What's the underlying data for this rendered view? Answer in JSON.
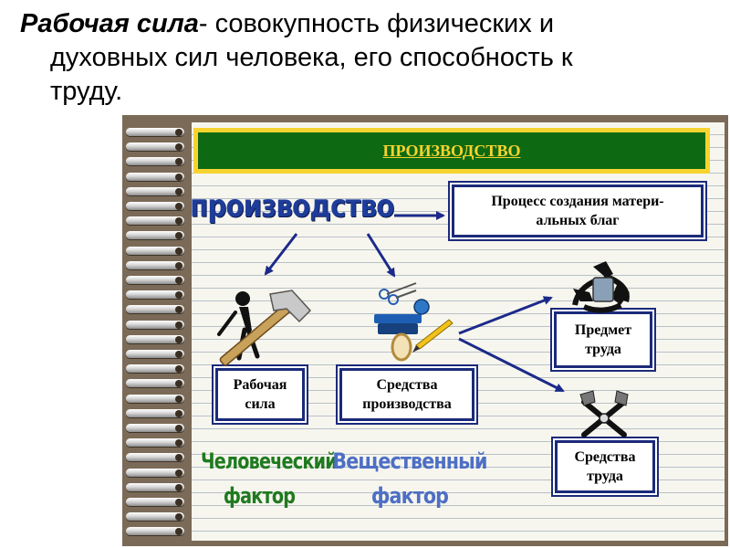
{
  "definition": {
    "term": "Рабочая сила",
    "text_line1": "- совокупность физических и",
    "text_line2": "духовных сил человека, его способность к",
    "text_line3": "труду."
  },
  "diagram": {
    "banner": "ПРОИЗВОДСТВО",
    "main_word": "производство",
    "process_box": {
      "line1": "Процесс создания матери-",
      "line2": "альных благ"
    },
    "labor_box": {
      "line1": "Рабочая",
      "line2": "сила"
    },
    "means_box": {
      "line1": "Средства",
      "line2": "производства"
    },
    "subject_box": {
      "line1": "Предмет",
      "line2": "труда"
    },
    "tools_box": {
      "line1": "Средства",
      "line2": "труда"
    },
    "human_factor": {
      "line1": "Человеческий",
      "line2": "фактор"
    },
    "material_factor": {
      "line1": "Вещественный",
      "line2": "фактор"
    }
  },
  "colors": {
    "banner_bg": "#0e6a12",
    "banner_border": "#f7d32f",
    "box_border": "#1b2a7a",
    "main_word": "#1e3c99",
    "human_factor": "#1f7a1f",
    "material_factor": "#4d6fc4",
    "arrow": "#1b2a8a"
  },
  "icons": [
    "worker-with-hammer-icon",
    "office-supplies-icon",
    "recycle-icon",
    "crossed-tools-icon"
  ]
}
